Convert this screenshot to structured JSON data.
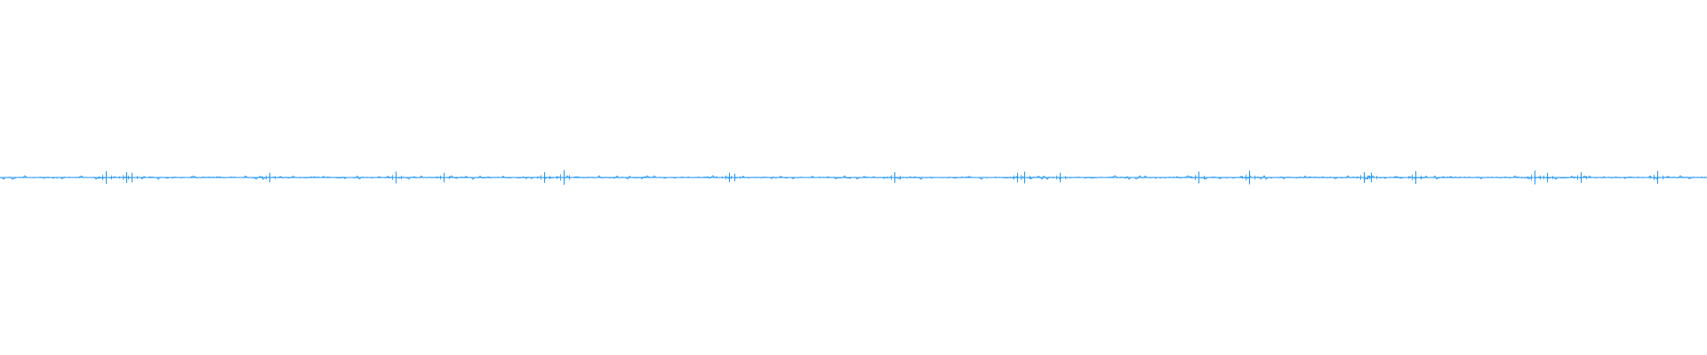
{
  "waveform": {
    "color": "#2196f3",
    "spike_fractions": [
      0.062,
      0.074,
      0.077,
      0.158,
      0.232,
      0.26,
      0.319,
      0.33,
      0.427,
      0.43,
      0.524,
      0.596,
      0.6,
      0.621,
      0.702,
      0.732,
      0.799,
      0.803,
      0.829,
      0.899,
      0.906,
      0.926,
      0.971
    ],
    "spike_amplitudes": [
      0.6,
      0.5,
      0.45,
      0.45,
      0.55,
      0.45,
      0.5,
      0.7,
      0.45,
      0.35,
      0.5,
      0.45,
      0.55,
      0.45,
      0.55,
      0.65,
      0.5,
      0.45,
      0.6,
      0.65,
      0.45,
      0.5,
      0.6
    ]
  }
}
